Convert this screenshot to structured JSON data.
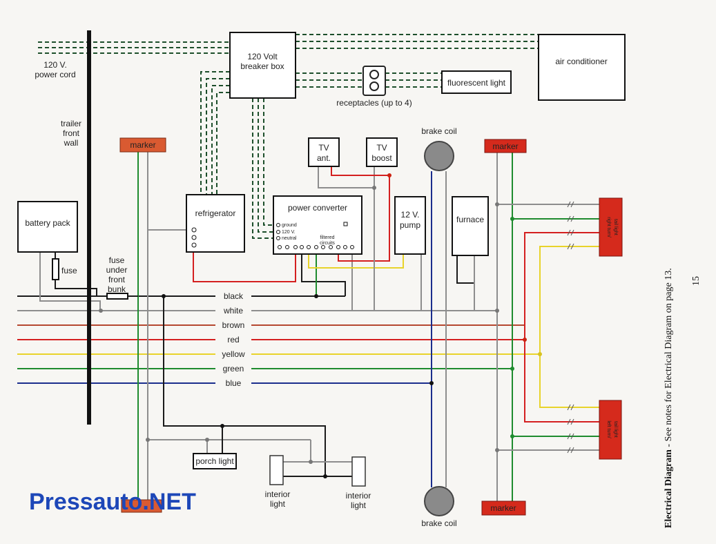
{
  "labels": {
    "power_cord": [
      "120 V.",
      "power cord"
    ],
    "trailer_wall": [
      "trailer",
      "front",
      "wall"
    ],
    "breaker_box": [
      "120 Volt",
      "breaker box"
    ],
    "receptacles": "receptacles (up to 4)",
    "fluorescent": "fluorescent light",
    "air_conditioner": "air conditioner",
    "brake_coil_top": "brake coil",
    "brake_coil_bottom": "brake coil",
    "marker_left": "marker",
    "marker_right_top": "marker",
    "marker_right_bottom": "marker",
    "tv_ant": [
      "TV",
      "ant."
    ],
    "tv_boost": [
      "TV",
      "boost"
    ],
    "battery_pack": "battery pack",
    "fuse": "fuse",
    "fuse_bunk": [
      "fuse",
      "under",
      "front",
      "bunk"
    ],
    "refrigerator": "refrigerator",
    "power_converter": "power converter",
    "conv_ground": "ground",
    "conv_120v": "120 V.",
    "conv_neutral": "neutral",
    "conv_filtered": [
      "filtered",
      "circuits"
    ],
    "pump": [
      "12 V.",
      "pump"
    ],
    "furnace": "furnace",
    "right_tail": [
      "right turn/",
      "tail light"
    ],
    "left_tail": [
      "left turn/",
      "tail light"
    ],
    "porch_light": "porch light",
    "interior_light_left": [
      "interior",
      "light"
    ],
    "interior_light_right": [
      "interior",
      "light"
    ]
  },
  "wires": [
    {
      "name": "black",
      "color": "#1a1a1a"
    },
    {
      "name": "white",
      "color": "#8d8d8d"
    },
    {
      "name": "brown",
      "color": "#b5472f"
    },
    {
      "name": "red",
      "color": "#d41f1f"
    },
    {
      "name": "yellow",
      "color": "#e8d32a"
    },
    {
      "name": "green",
      "color": "#1e8b2e"
    },
    {
      "name": "blue",
      "color": "#1a2d8c"
    }
  ],
  "caption": {
    "title": "Electrical Diagram",
    "text": " - See notes for Electrical Diagram on page 13.",
    "page": "15"
  },
  "watermark": "Pressauto.NET"
}
